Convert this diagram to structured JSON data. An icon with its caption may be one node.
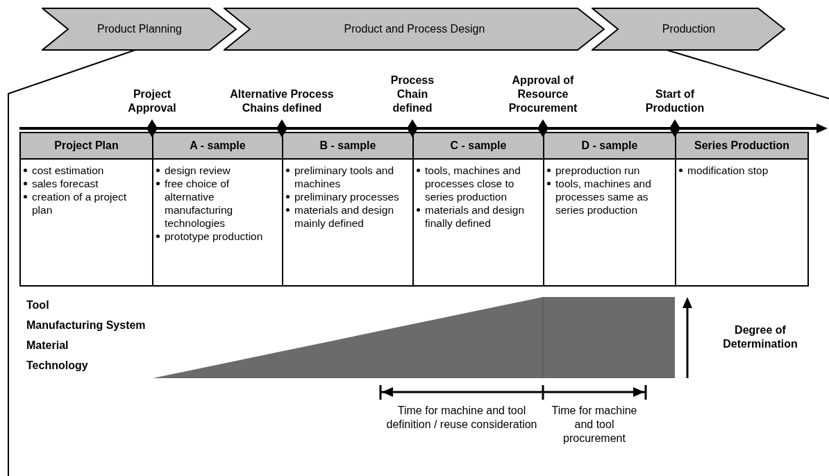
{
  "diagram": {
    "nodes": [
      {
        "text": [
          "Product Planning"
        ]
      },
      {
        "text": [
          "Product and Process Design"
        ]
      },
      {
        "text": [
          "Production"
        ]
      },
      {
        "text": [
          "Project Approval"
        ]
      },
      {
        "text": [
          "Alternative Process Chains defined"
        ]
      },
      {
        "text": [
          "Process Chain defined"
        ]
      },
      {
        "text": [
          "Approval of Resource Procurement"
        ]
      },
      {
        "text": [
          "Start of Production"
        ]
      },
      {
        "text": [
          "Project Plan",
          "cost estimation",
          "sales forecast",
          "creation of a project plan"
        ]
      },
      {
        "text": [
          "A - sample",
          "design review",
          "free choice of alternative manufacturing technologies",
          "prototype production"
        ]
      },
      {
        "text": [
          "B - sample",
          "preliminary tools and machines",
          "preliminary processes",
          "materials and design mainly defined"
        ]
      },
      {
        "text": [
          "C - sample",
          "tools, machines and processes close to series production",
          "materials and design finally defined"
        ]
      },
      {
        "text": [
          "D - sample",
          "preproduction run",
          "tools, machines and processes same as series production"
        ]
      },
      {
        "text": [
          "Series Production",
          "modification stop"
        ]
      }
    ],
    "labels": [
      "Tool",
      "Manufacturing System",
      "Material",
      "Technology",
      "Degree of Determination",
      "Time for machine and tool definition / reuse consideration",
      "Time for machine and tool procurement"
    ]
  }
}
